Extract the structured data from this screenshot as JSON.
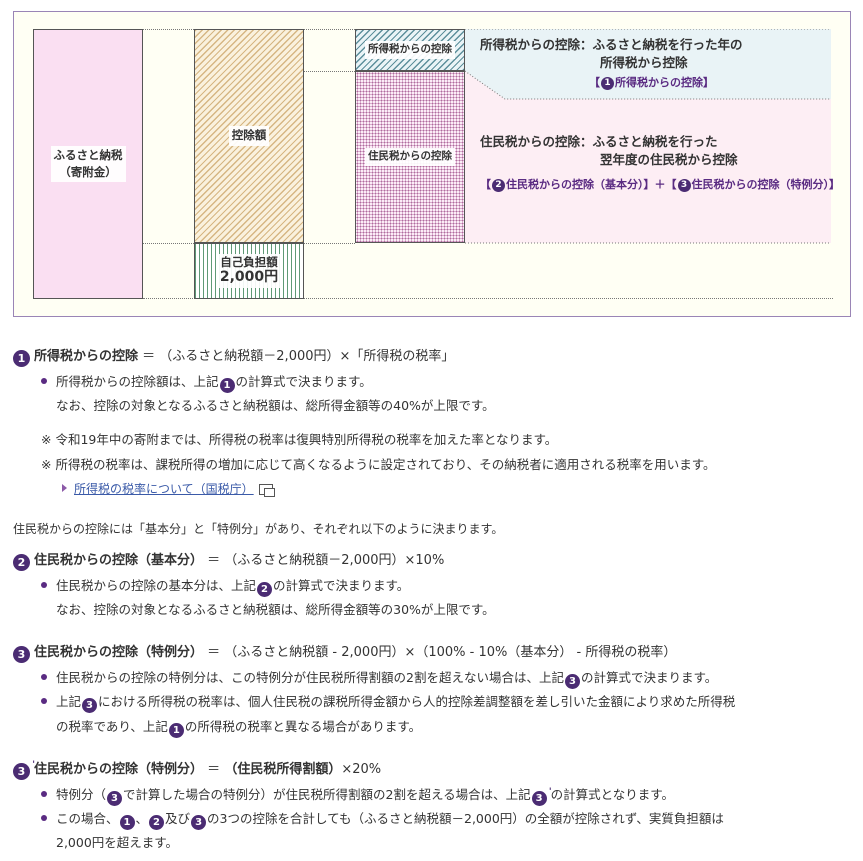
{
  "diagram": {
    "furusato_line1": "ふるさと納税",
    "furusato_line2": "（寄附金）",
    "kojo_label": "控除額",
    "jiko_label": "自己負担額",
    "jiko_amount": "2,000円",
    "shotoku_label": "所得税からの控除",
    "jumin_label": "住民税からの控除",
    "shotoku_desc_head": "所得税からの控除：",
    "shotoku_desc_1": "ふるさと納税を行った年の",
    "shotoku_desc_2": "所得税から控除",
    "shotoku_note_a": "【",
    "shotoku_note_num": "1",
    "shotoku_note_b": "所得税からの控除】",
    "jumin_desc_head": "住民税からの控除：",
    "jumin_desc_1": "ふるさと納税を行った",
    "jumin_desc_2": "翌年度の住民税から控除",
    "jumin_note_a": "【",
    "jumin_note_num1": "2",
    "jumin_note_b": "住民税からの控除（基本分）】＋【",
    "jumin_note_num2": "3",
    "jumin_note_c": "住民税からの控除（特例分）】",
    "colors": {
      "frame": "#9a85b6",
      "accent": "#4b2c73",
      "shotoku_band": "#e9f3f6",
      "jumin_band": "#fdeef4"
    }
  },
  "s1": {
    "num": "1",
    "title": "所得税からの控除",
    "formula": "＝ （ふるさと納税額－2,000円）×「所得税の税率」",
    "b1_a": "所得税からの控除額は、上記",
    "b1_num": "1",
    "b1_b": "の計算式で決まります。",
    "b1_line2": "なお、控除の対象となるふるさと納税額は、総所得金額等の40%が上限です。",
    "note1": "※ 令和19年中の寄附までは、所得税の税率は復興特別所得税の税率を加えた率となります。",
    "note2": "※ 所得税の税率は、課税所得の増加に応じて高くなるように設定されており、その納税者に適用される税率を用います。",
    "link": "所得税の税率について（国税庁）"
  },
  "intro": "住民税からの控除には「基本分」と「特例分」があり、それぞれ以下のように決まります。",
  "s2": {
    "num": "2",
    "title": "住民税からの控除（基本分）",
    "formula": "＝ （ふるさと納税額－2,000円）×10%",
    "b1_a": "住民税からの控除の基本分は、上記",
    "b1_num": "2",
    "b1_b": "の計算式で決まります。",
    "b1_line2": "なお、控除の対象となるふるさと納税額は、総所得金額等の30%が上限です。"
  },
  "s3": {
    "num": "3",
    "title": "住民税からの控除（特例分）",
    "formula": "＝ （ふるさと納税額 - 2,000円）×（100% - 10%（基本分） - 所得税の税率）",
    "b1_a": "住民税からの控除の特例分は、この特例分が住民税所得割額の2割を超えない場合は、上記",
    "b1_num": "3",
    "b1_b": "の計算式で決まります。",
    "b2_a": "上記",
    "b2_num": "3",
    "b2_b": "における所得税の税率は、個人住民税の課税所得金額から人的控除差調整額を差し引いた金額により求めた所得税",
    "b2_line2_a": "の税率であり、上記",
    "b2_line2_num": "1",
    "b2_line2_b": "の所得税の税率と異なる場合があります。"
  },
  "s3p": {
    "num": "3",
    "prime": "'",
    "title": "住民税からの控除（特例分）",
    "formula_a": "＝",
    "formula_b": "（住民税所得割額）",
    "formula_c": "×20%",
    "b1_a": "特例分（",
    "b1_num": "3",
    "b1_b": "で計算した場合の特例分）が住民税所得割額の2割を超える場合は、上記",
    "b1_num2": "3",
    "b1_c": "の計算式となります。",
    "b2_a": "この場合、",
    "b2_n1": "1",
    "b2_sep1": "、",
    "b2_n2": "2",
    "b2_sep2": "及び",
    "b2_n3": "3",
    "b2_b": "の3つの控除を合計しても（ふるさと納税額－2,000円）の全額が控除されず、実質負担額は",
    "b2_line2": "2,000円を超えます。"
  }
}
